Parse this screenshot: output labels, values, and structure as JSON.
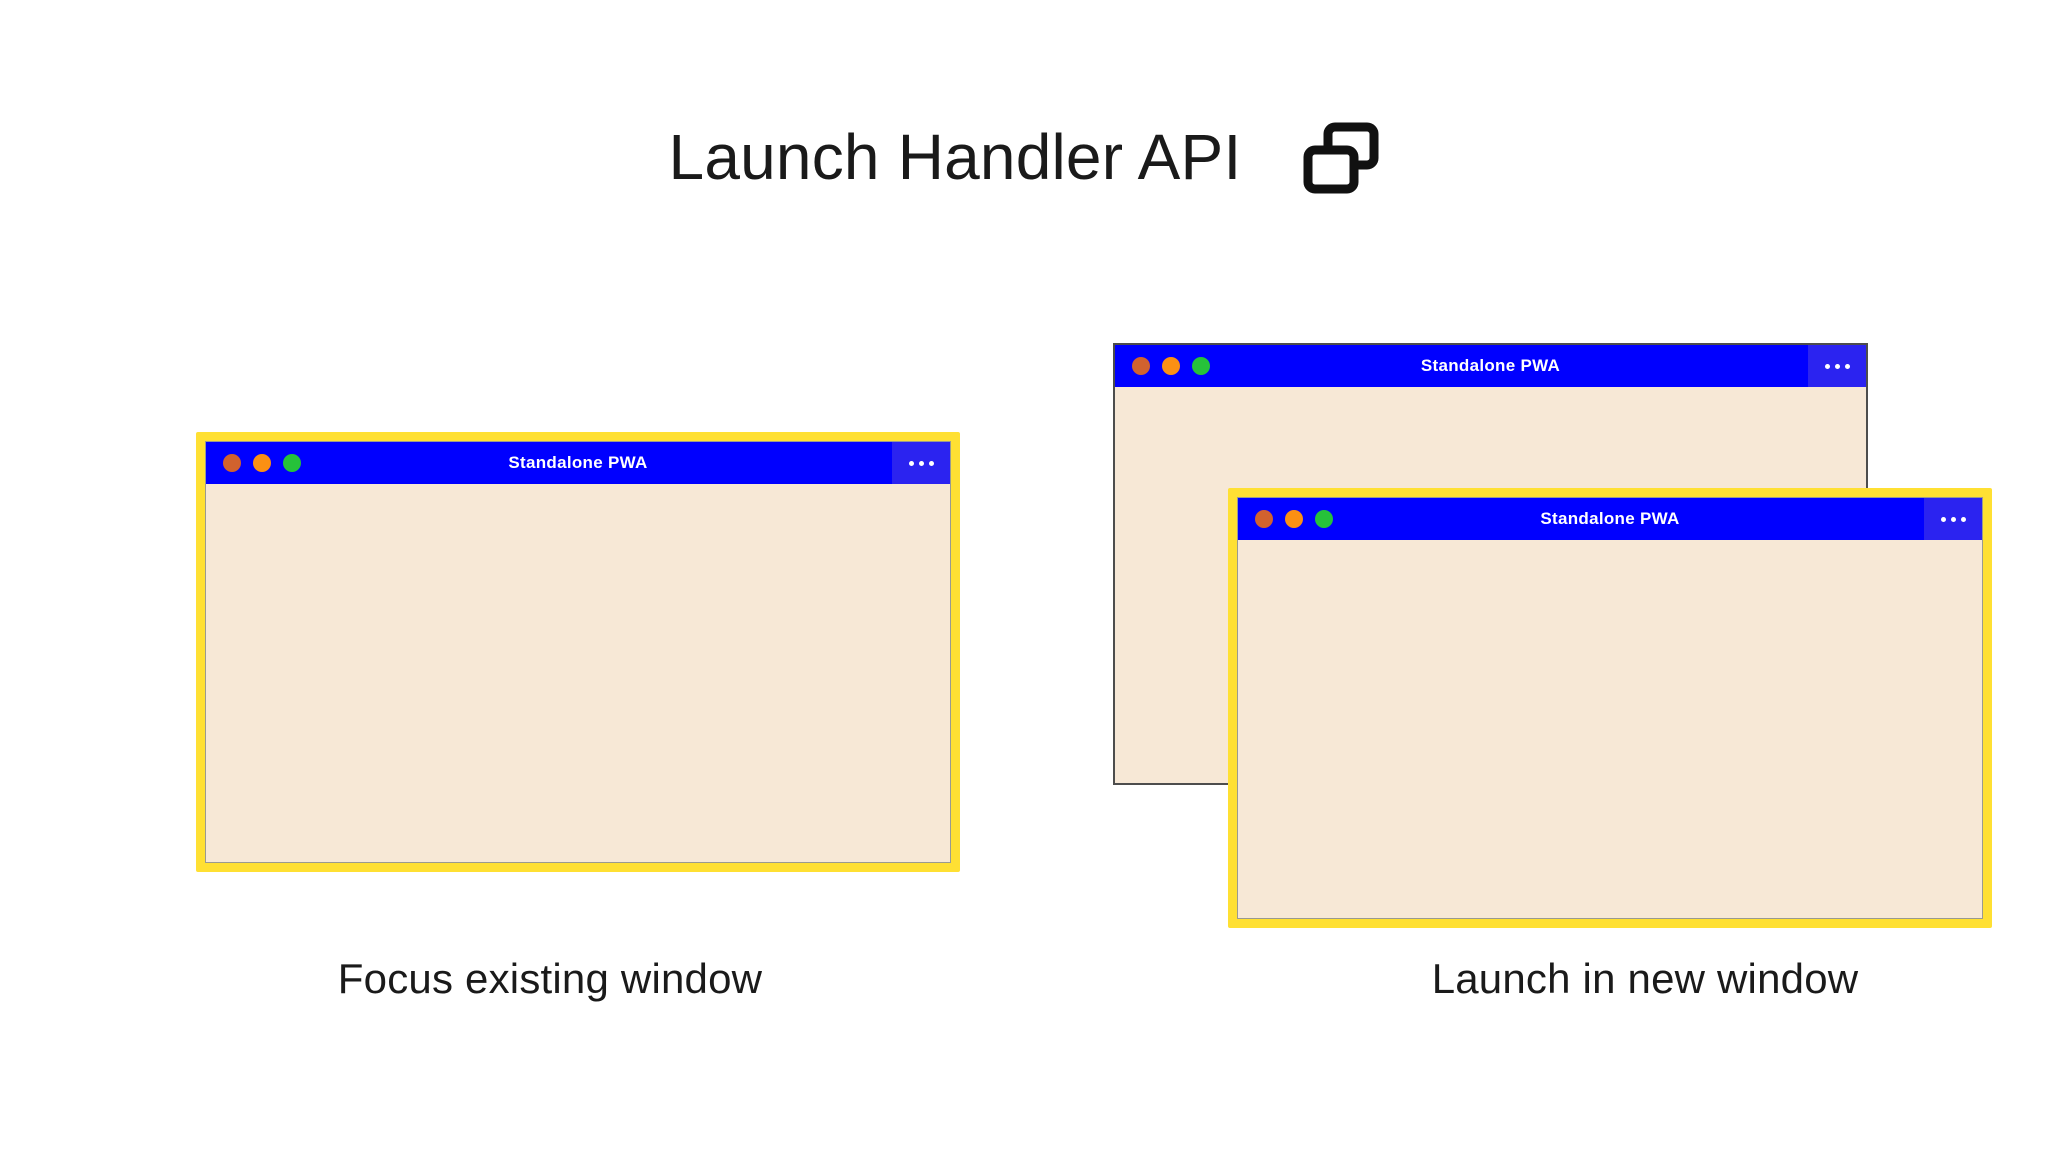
{
  "slide": {
    "title": "Launch Handler API",
    "background_color": "#ffffff",
    "title_color": "#1a1a1a",
    "header_icon": "multi-window-icon"
  },
  "theme": {
    "titlebar_blue": "#0000FF",
    "menu_button_blue": "#2B23F0",
    "window_body_cream": "#F7E8D6",
    "highlight_yellow": "#FFE033",
    "inactive_border_gray": "#4d4d4d",
    "dot_close": "#D1622E",
    "dot_minimize": "#FB9013",
    "dot_maximize": "#26C23A"
  },
  "windows": {
    "focus_existing": {
      "title": "Standalone PWA",
      "menu_icon": "overflow-menu-icon",
      "highlighted": true,
      "traffic_lights": [
        "close",
        "minimize",
        "maximize"
      ]
    },
    "background": {
      "title": "Standalone PWA",
      "menu_icon": "overflow-menu-icon",
      "highlighted": false,
      "traffic_lights": [
        "close",
        "minimize",
        "maximize"
      ]
    },
    "new_window": {
      "title": "Standalone PWA",
      "menu_icon": "overflow-menu-icon",
      "highlighted": true,
      "traffic_lights": [
        "close",
        "minimize",
        "maximize"
      ]
    }
  },
  "captions": {
    "left": "Focus existing window",
    "right": "Launch in new window"
  }
}
